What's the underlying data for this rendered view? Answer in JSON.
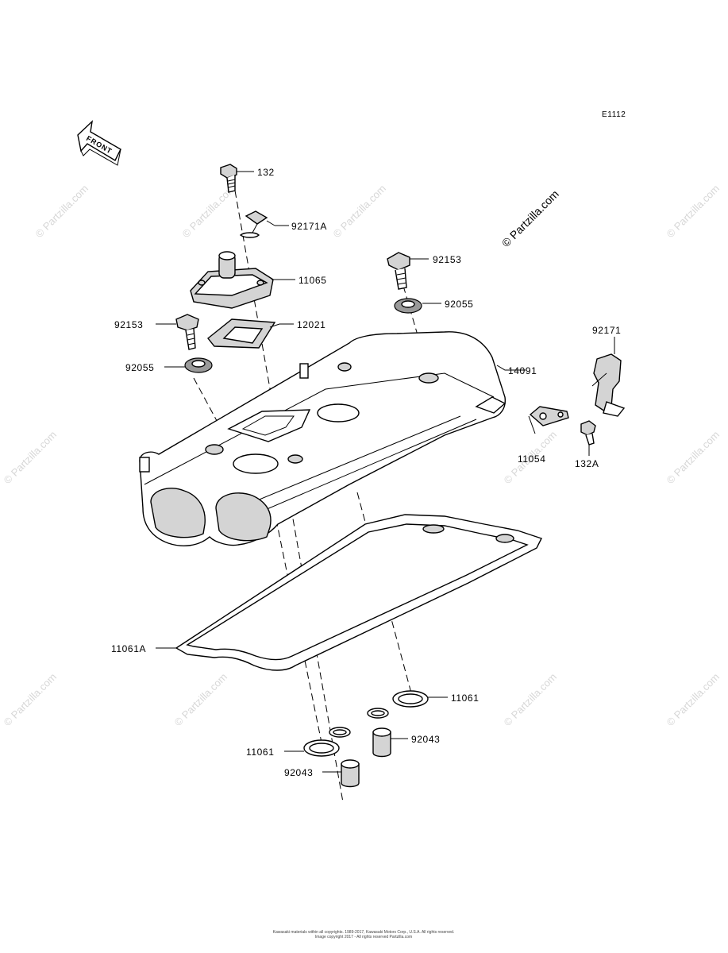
{
  "diagram_code": "E1112",
  "front_label": "FRONT",
  "watermark": {
    "text": "© Partzilla.com",
    "prominent_text": "© Partzilla.com"
  },
  "labels": {
    "l132": "132",
    "l92171A": "92171A",
    "l11065": "11065",
    "l92153_right": "92153",
    "l92055_right": "92055",
    "l92153_left": "92153",
    "l12021": "12021",
    "l92055_left": "92055",
    "l14091": "14091",
    "l92171": "92171",
    "l11054": "11054",
    "l132A": "132A",
    "l11061A": "11061A",
    "l11061_right": "11061",
    "l92043_right": "92043",
    "l11061_left": "11061",
    "l92043_left": "92043"
  },
  "footer": {
    "line1": "Kawasaki materials within all copyrights. 1989-2017, Kawasaki Motors Corp., U.S.A. All rights reserved.",
    "line2": "Image copyright 2017 - All rights reserved Partzilla.com"
  }
}
